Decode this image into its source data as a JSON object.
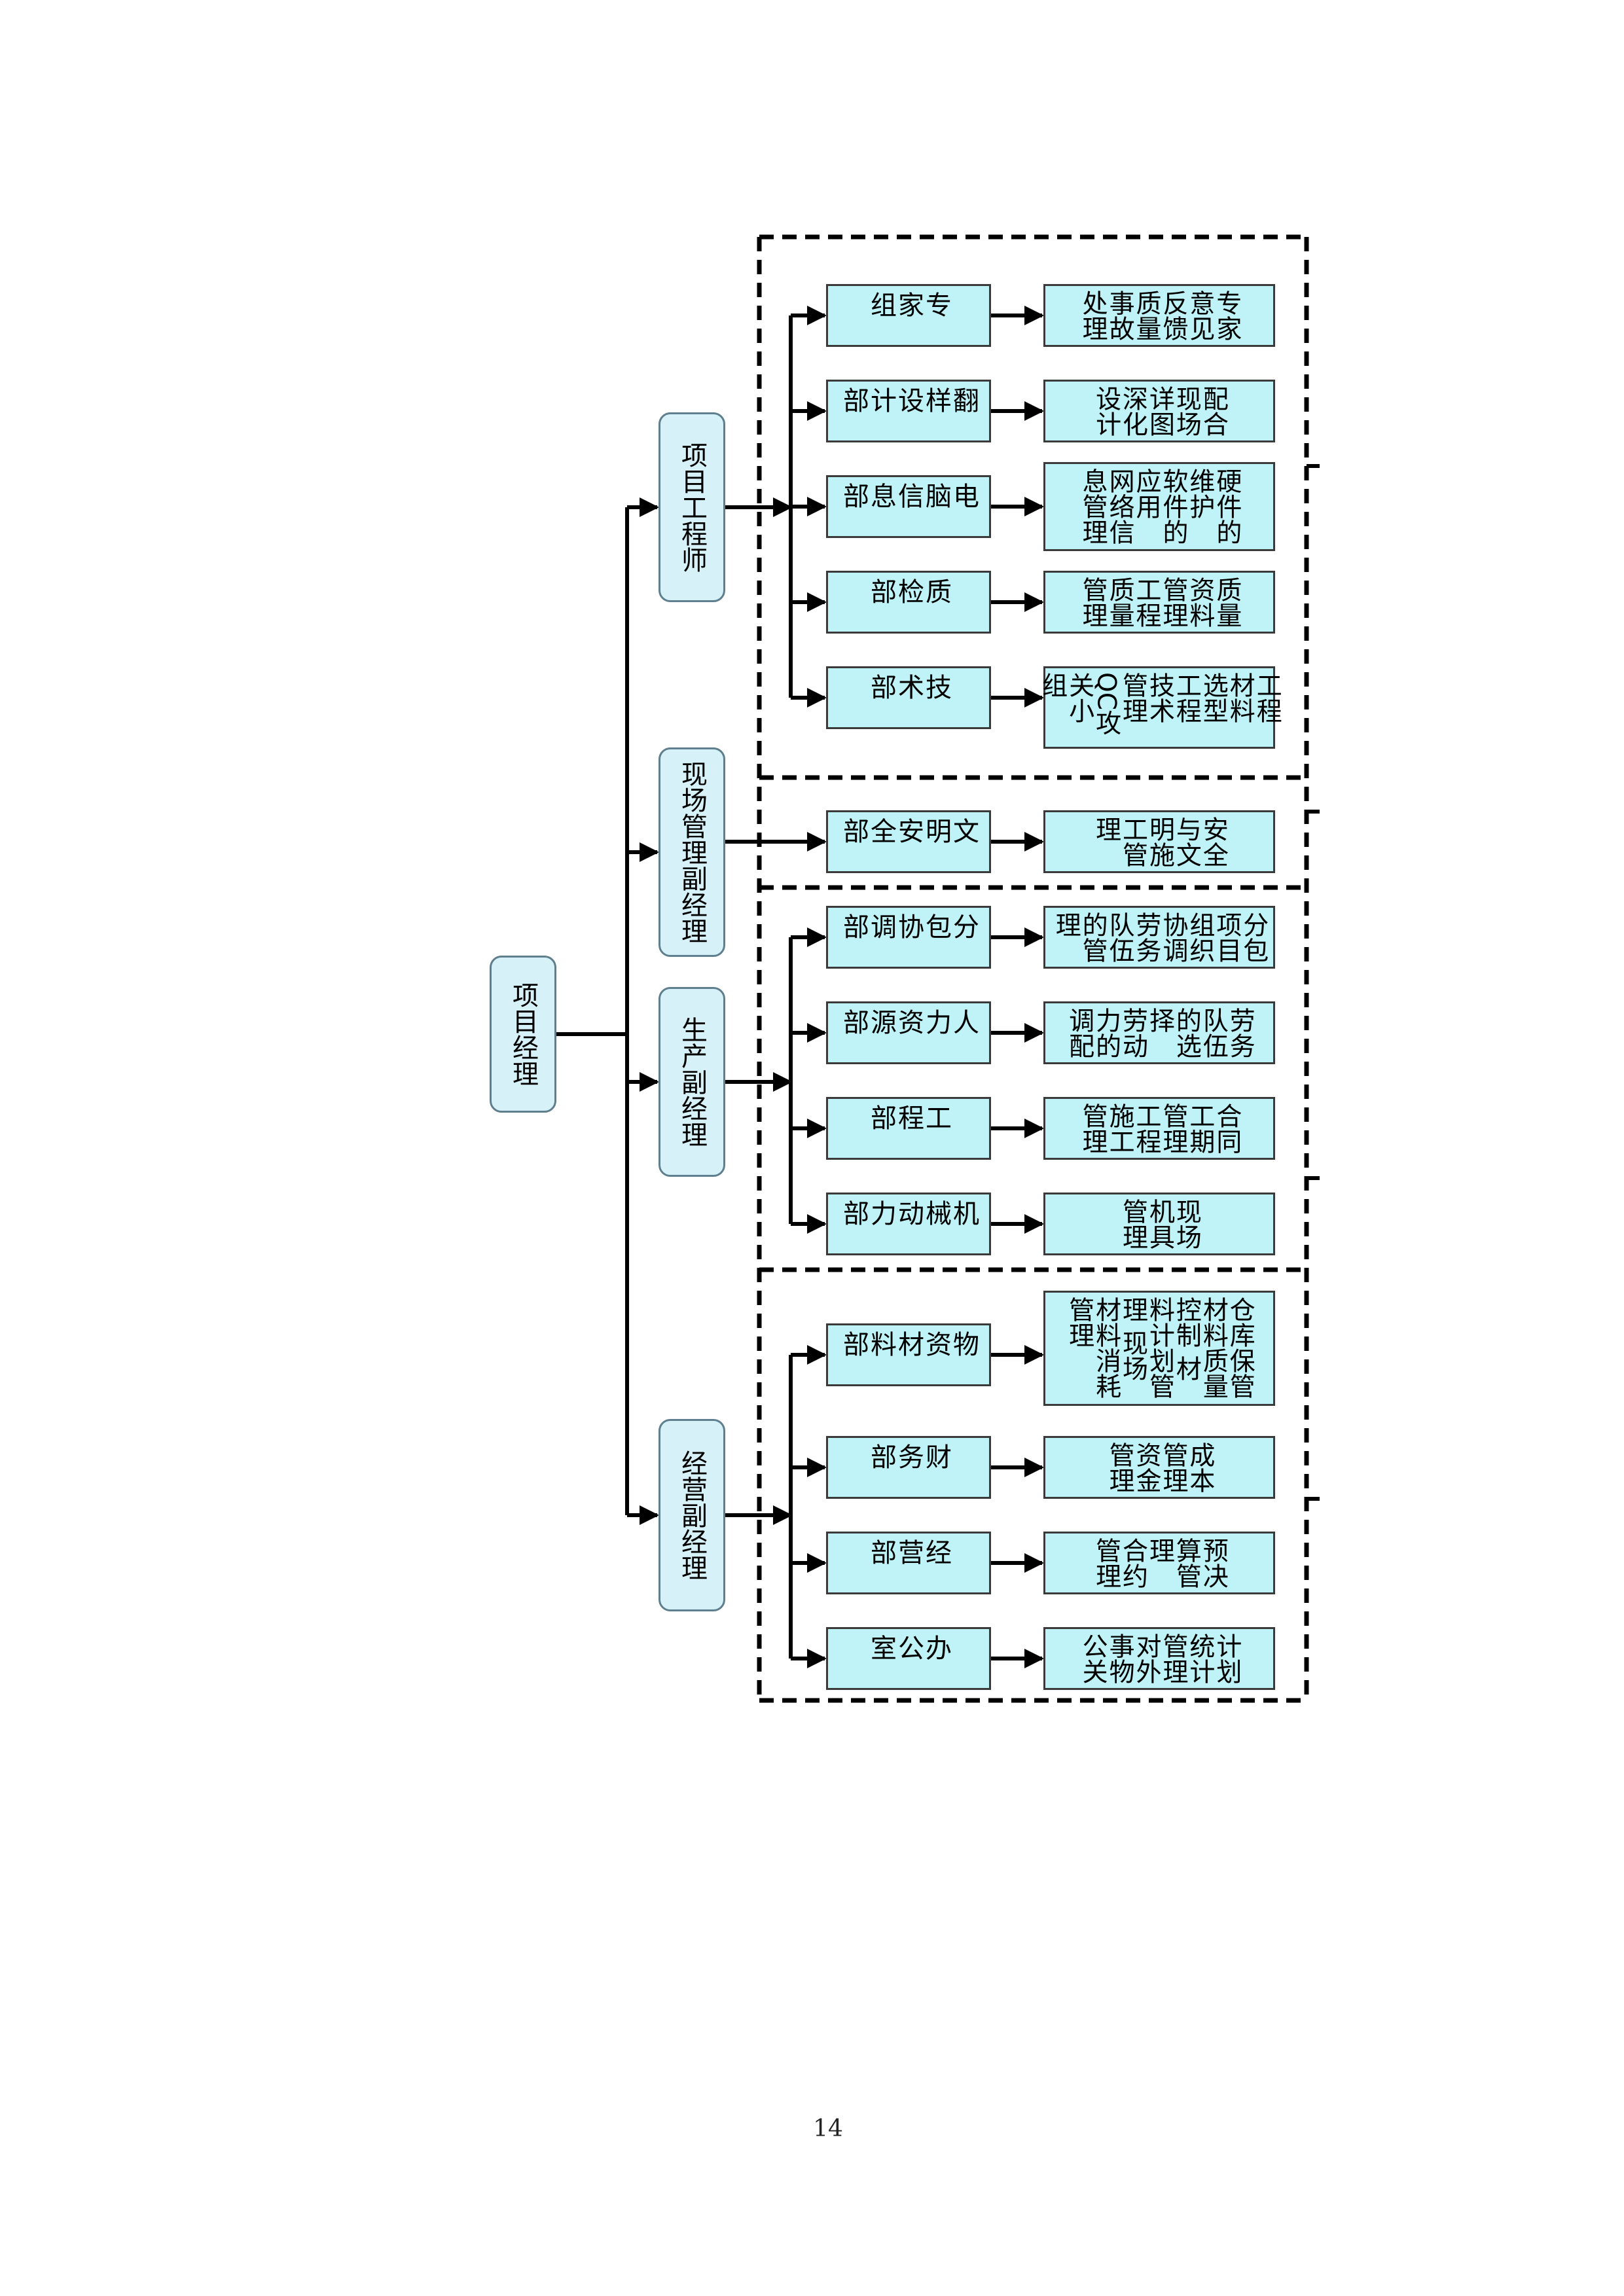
{
  "root": {
    "label": "项目经理"
  },
  "branches": [
    {
      "label": "项目工程师",
      "departments": [
        {
          "label": "专家组",
          "duty": "专家意见反馈 质量事故处理"
        },
        {
          "label": "翻样设计部",
          "duty": "配合现场详图 深化设计"
        },
        {
          "label": "电脑信息部",
          "duty": "硬件的维护 软件的应用 网络信息管理"
        },
        {
          "label": "质检部",
          "duty": "质量资料管理 工程质量管理"
        },
        {
          "label": "技术部",
          "duty": "工程材料选型 工程技术管理 QC攻关小组"
        }
      ]
    },
    {
      "label": "现场管理副经理",
      "departments": [
        {
          "label": "文明安全部",
          "duty": "安全与文明施工管理"
        }
      ]
    },
    {
      "label": "生产副经理",
      "departments": [
        {
          "label": "分包协调部",
          "duty": "分包项目组织协调 劳务队伍的管理"
        },
        {
          "label": "人力资源部",
          "duty": "劳务队伍的选择 劳动力的调配"
        },
        {
          "label": "工程部",
          "duty": "合同工期管理 工程施工管理"
        },
        {
          "label": "机械动力部",
          "duty": "现场机具管理"
        }
      ]
    },
    {
      "label": "经营副经理",
      "departments": [
        {
          "label": "物资材料部",
          "duty": "仓库保管 材料质量控制 材料计划管理 现场材料消耗管理"
        },
        {
          "label": "财务部",
          "duty": "成本管理 资金管理"
        },
        {
          "label": "经营部",
          "duty": "预决算管理 合约管理"
        },
        {
          "label": "办公室",
          "duty": "计划统计管理 对外事物公关"
        }
      ]
    }
  ],
  "page_number": "14"
}
